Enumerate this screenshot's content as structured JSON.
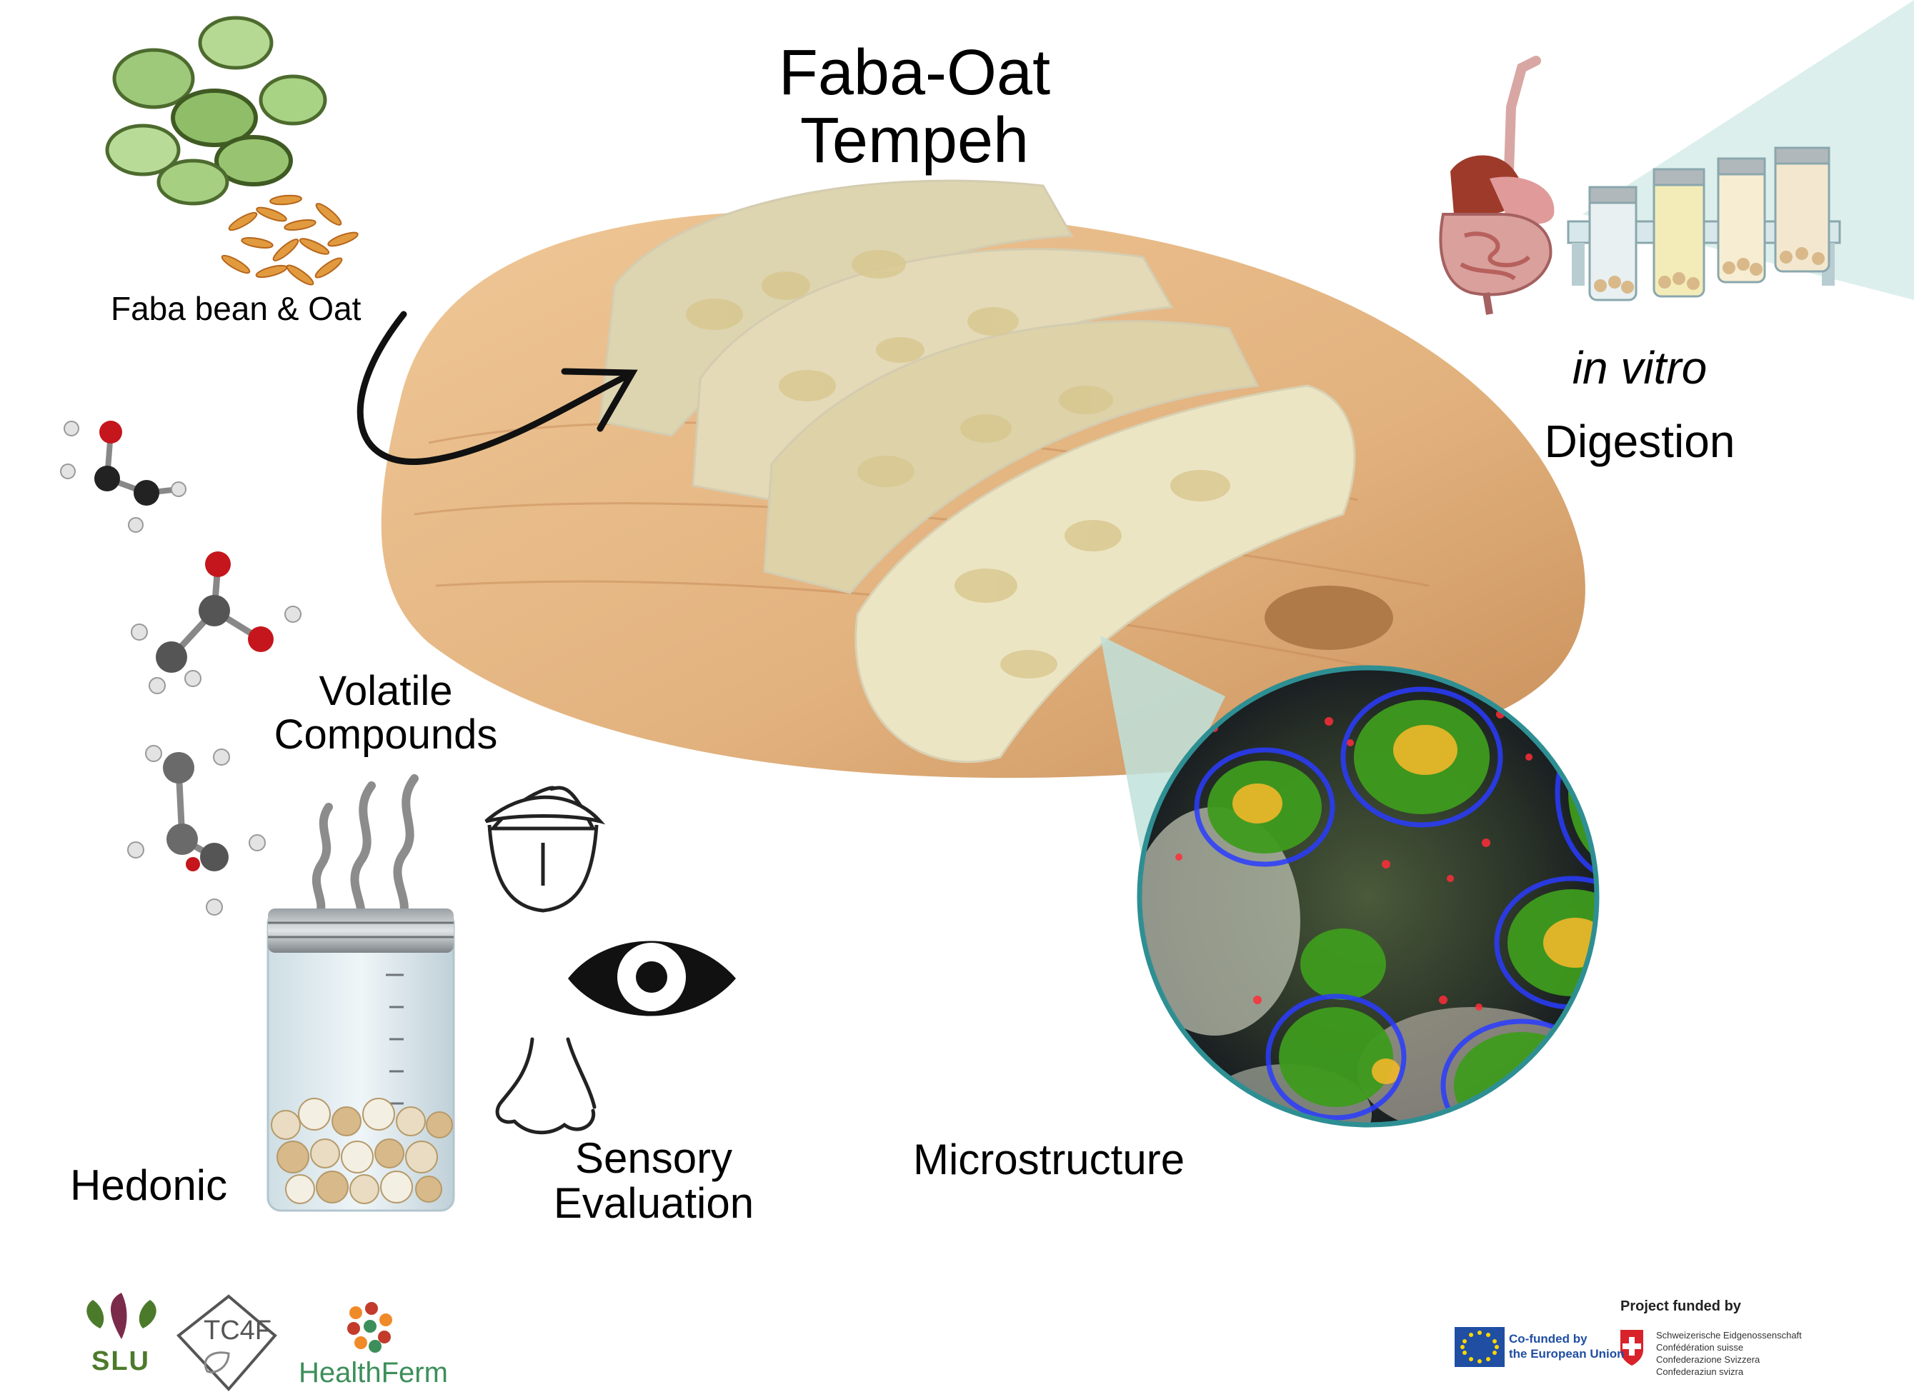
{
  "title": {
    "line1": "Faba-Oat",
    "line2": "Tempeh"
  },
  "labels": {
    "ingredients": "Faba bean & Oat",
    "volatile_line1": "Volatile",
    "volatile_line2": "Compounds",
    "in_vitro": "in vitro",
    "digestion": "Digestion",
    "microstructure": "Microstructure",
    "sensory_line1": "Sensory",
    "sensory_line2": "Evaluation",
    "hedonic": "Hedonic"
  },
  "footer": {
    "logos": {
      "slu": "SLU",
      "tc4f": "TC4F",
      "healthferm": "HealthFerm"
    },
    "funding_title": "Project funded by",
    "eu_line1": "Co-funded by",
    "eu_line2": "the European Union",
    "swiss_lines": [
      "Schweizerische Eidgenossenschaft",
      "Confédération suisse",
      "Confederazione Svizzera",
      "Confederaziun svizra"
    ]
  },
  "colors": {
    "board_wood": "#e2b27e",
    "tempeh": "#ece5c4",
    "microscope_ring": "#2e8f93",
    "beam": "#bfe2dc",
    "eu_blue": "#1f4ea3",
    "swiss_red": "#d8232a",
    "slu_green": "#4c7a2b",
    "healthferm_green": "#3c8f5a"
  },
  "icons": [
    "faba-bean-icon",
    "oat-grain-icon",
    "molecule-icon",
    "odor-waves-icon",
    "mouth-tongue-icon",
    "eye-icon",
    "nose-icon",
    "sample-jar-icon",
    "digestive-system-icon",
    "vial-rack-icon"
  ]
}
